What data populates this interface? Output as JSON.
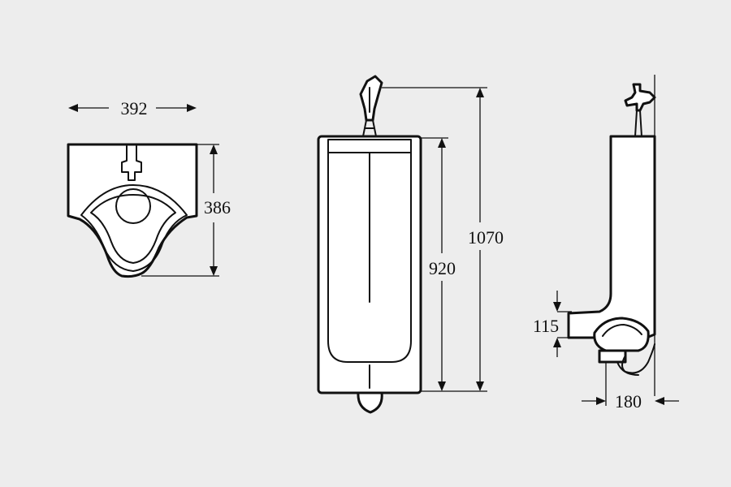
{
  "dimensions": {
    "top_width": "392",
    "top_depth": "386",
    "front_body_height": "920",
    "front_total_height": "1070",
    "side_inlet_height": "115",
    "side_depth": "180"
  },
  "colors": {
    "background": "#ededed",
    "line": "#111111",
    "fill": "#ffffff"
  }
}
